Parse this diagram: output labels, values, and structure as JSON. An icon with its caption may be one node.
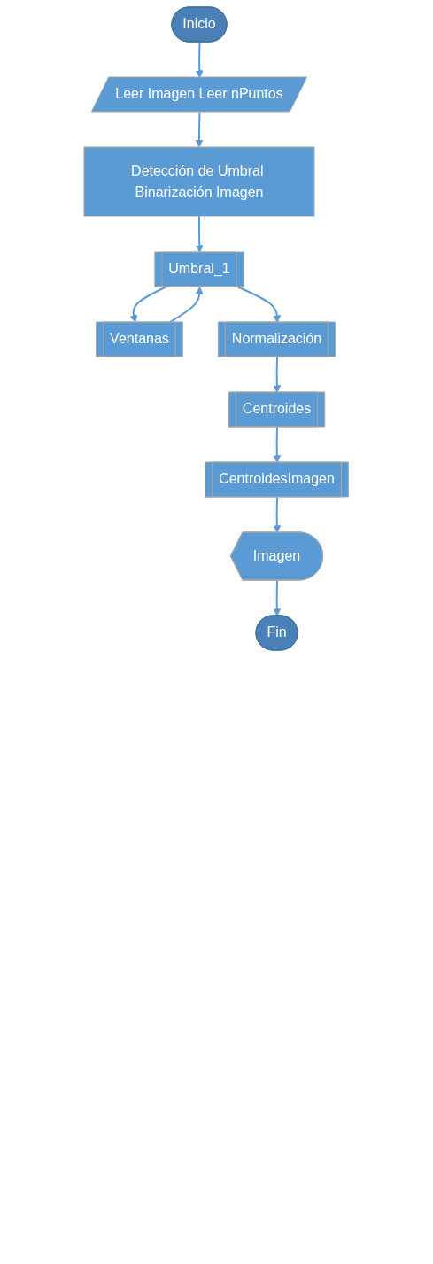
{
  "diagram": {
    "nodes": [
      {
        "text": [
          "Inicio"
        ]
      },
      {
        "text": [
          "Leer Imagen Leer nPuntos"
        ]
      },
      {
        "text": [
          "Detección de Umbral Binarización Imagen"
        ]
      },
      {
        "text": [
          "Umbral_1"
        ]
      },
      {
        "text": [
          "Ventanas"
        ]
      },
      {
        "text": [
          "Normalización"
        ]
      },
      {
        "text": [
          "Centroides"
        ]
      },
      {
        "text": [
          "CentroidesImagen"
        ]
      },
      {
        "text": [
          "Imagen"
        ]
      },
      {
        "text": [
          "Fin"
        ]
      }
    ],
    "edges": [
      {
        "from": 0,
        "to": 1,
        "arrow": "to"
      },
      {
        "from": 1,
        "to": 2,
        "arrow": "to"
      },
      {
        "from": 2,
        "to": 3,
        "arrow": "to"
      },
      {
        "from": 3,
        "to": 4,
        "arrow": "to"
      },
      {
        "from": 4,
        "to": 3,
        "arrow": "to"
      },
      {
        "from": 3,
        "to": 5,
        "arrow": "to"
      },
      {
        "from": 5,
        "to": 6,
        "arrow": "to"
      },
      {
        "from": 6,
        "to": 7,
        "arrow": "to"
      },
      {
        "from": 7,
        "to": 8,
        "arrow": "to"
      },
      {
        "from": 8,
        "to": 9,
        "arrow": "to"
      }
    ]
  }
}
